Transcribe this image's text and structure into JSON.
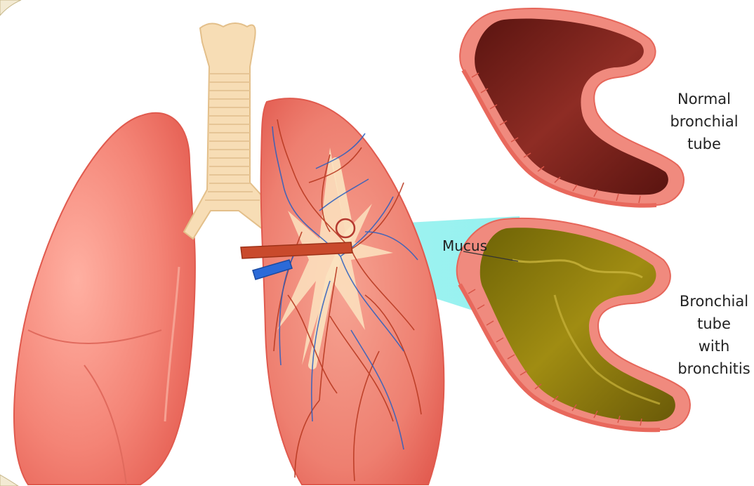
{
  "labels": {
    "normal": [
      "Normal",
      "bronchial",
      "tube"
    ],
    "mucus": "Mucus",
    "bronchitis": [
      "Bronchial",
      "tube",
      "with",
      "bronchitis"
    ]
  },
  "colors": {
    "lung": "#f07a6c",
    "trachea": "#f7ddb5",
    "mucus": "#8a7a0c",
    "magnifier": "#8ff0ee",
    "artery": "#c73a22",
    "vein": "#2060c8"
  }
}
